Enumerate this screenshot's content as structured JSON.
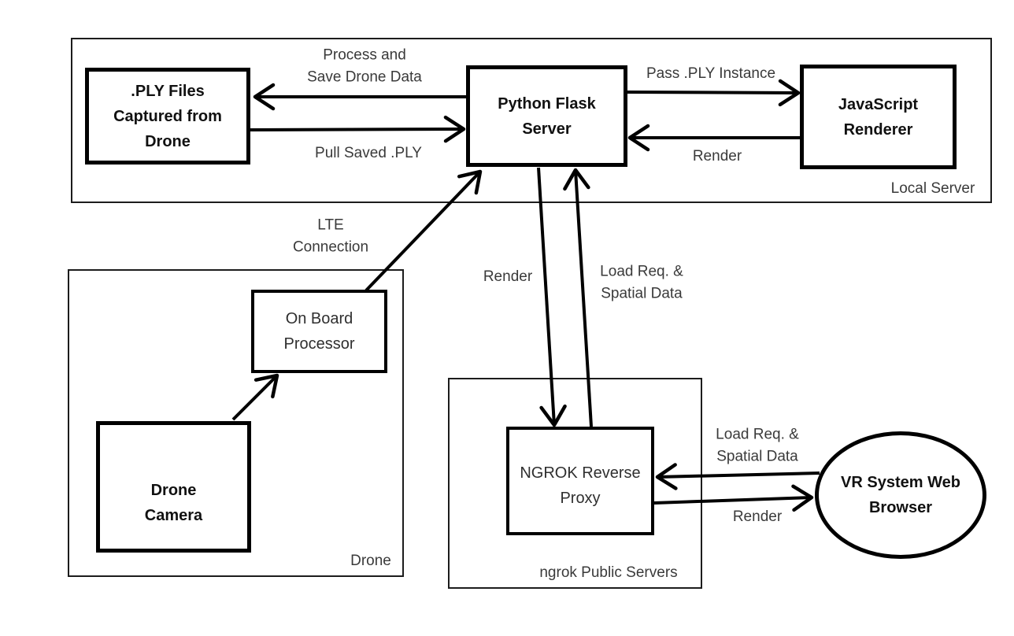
{
  "diagram": {
    "containers": {
      "local_server": {
        "label": "Local Server"
      },
      "drone": {
        "label": "Drone"
      },
      "ngrok": {
        "label": "ngrok Public Servers"
      }
    },
    "nodes": {
      "ply_files": {
        "label": ".PLY Files\nCaptured from\nDrone"
      },
      "flask": {
        "label": "Python Flask\nServer"
      },
      "js_renderer": {
        "label": "JavaScript\nRenderer"
      },
      "onboard_processor": {
        "label": "On Board\nProcessor"
      },
      "drone_camera": {
        "label": "Drone\nCamera"
      },
      "ngrok_proxy": {
        "label": "NGROK Reverse\nProxy"
      },
      "vr_browser": {
        "label": "VR System Web\nBrowser"
      }
    },
    "edge_labels": {
      "process_save": "Process and\nSave Drone Data",
      "pull_saved": "Pull Saved .PLY",
      "pass_ply": "Pass .PLY Instance",
      "render_from_js": "Render",
      "lte": "LTE\nConnection",
      "render_to_ngrok": "Render",
      "load_req_upstream": "Load Req. &\nSpatial Data",
      "load_req_from_vr": "Load Req. &\nSpatial Data",
      "render_to_vr": "Render"
    },
    "colors": {
      "line": "#000000",
      "node_border": "#000000",
      "container_border": "#1c1c1c",
      "node_text": "#111111",
      "label_text": "#3a3a3a",
      "background": "#ffffff"
    }
  }
}
